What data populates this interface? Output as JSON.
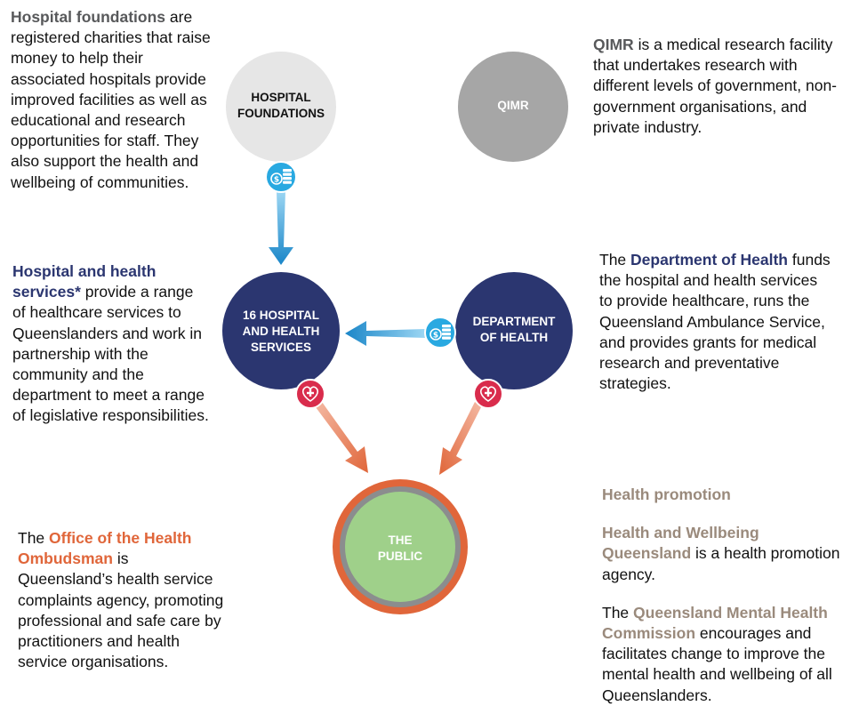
{
  "colors": {
    "navy": "#2b3670",
    "gray_circle": "#a6a6a6",
    "light_circle": "#e6e6e6",
    "public_green": "#9fd08a",
    "public_ring": "#e0663a",
    "orange": "#e0663a",
    "tan": "#9a8a7c",
    "arrow_blue": "#1a86c8",
    "arrow_red": "#e0663a",
    "money_icon": "#29a9e1",
    "health_icon": "#d92c4c"
  },
  "nodes": {
    "foundations": {
      "label_line1": "HOSPITAL",
      "label_line2": "FOUNDATIONS"
    },
    "qimr": {
      "label": "QIMR"
    },
    "hhs": {
      "label_line1": "16 HOSPITAL",
      "label_line2": "AND HEALTH",
      "label_line3": "SERVICES"
    },
    "doh": {
      "label_line1": "DEPARTMENT",
      "label_line2": "OF HEALTH"
    },
    "public": {
      "label_line1": "THE",
      "label_line2": "PUBLIC"
    }
  },
  "texts": {
    "foundations": {
      "highlight": "Hospital foundations",
      "body": " are registered charities that raise money to help their associated hospitals provide improved facilities as well as educational and research opportunities for staff. They also support the health and wellbeing of communities."
    },
    "qimr": {
      "highlight": "QIMR",
      "body": " is a medical research facility that undertakes research with different levels of government, non-government organisations, and private industry."
    },
    "hhs": {
      "highlight": "Hospital and health services*",
      "body": " provide a range of healthcare services to Queenslanders and work in partnership with the community and the department to meet a range of legislative responsibilities."
    },
    "doh": {
      "prefix": "The ",
      "highlight": "Department of Health",
      "body": " funds the hospital and health services to provide healthcare, runs the Queensland Ambulance Service, and provides grants for medical research and preventative strategies."
    },
    "ombudsman": {
      "prefix": "The ",
      "highlight": "Office of the Health Ombudsman",
      "body": " is Queensland’s health service complaints agency, promoting professional and safe care by practitioners and health service organisations."
    },
    "promotion": {
      "heading": "Health promotion",
      "hwq_highlight": "Health and Wellbeing Queensland",
      "hwq_body": " is a health promotion agency.",
      "qmhc_prefix": "The ",
      "qmhc_highlight": "Queensland Mental Health Commission",
      "qmhc_body": " encourages and facilitates change to improve the mental health and wellbeing of all Queenslanders."
    }
  },
  "icons": {
    "money": "money-coins-icon",
    "health": "heart-cross-icon"
  }
}
